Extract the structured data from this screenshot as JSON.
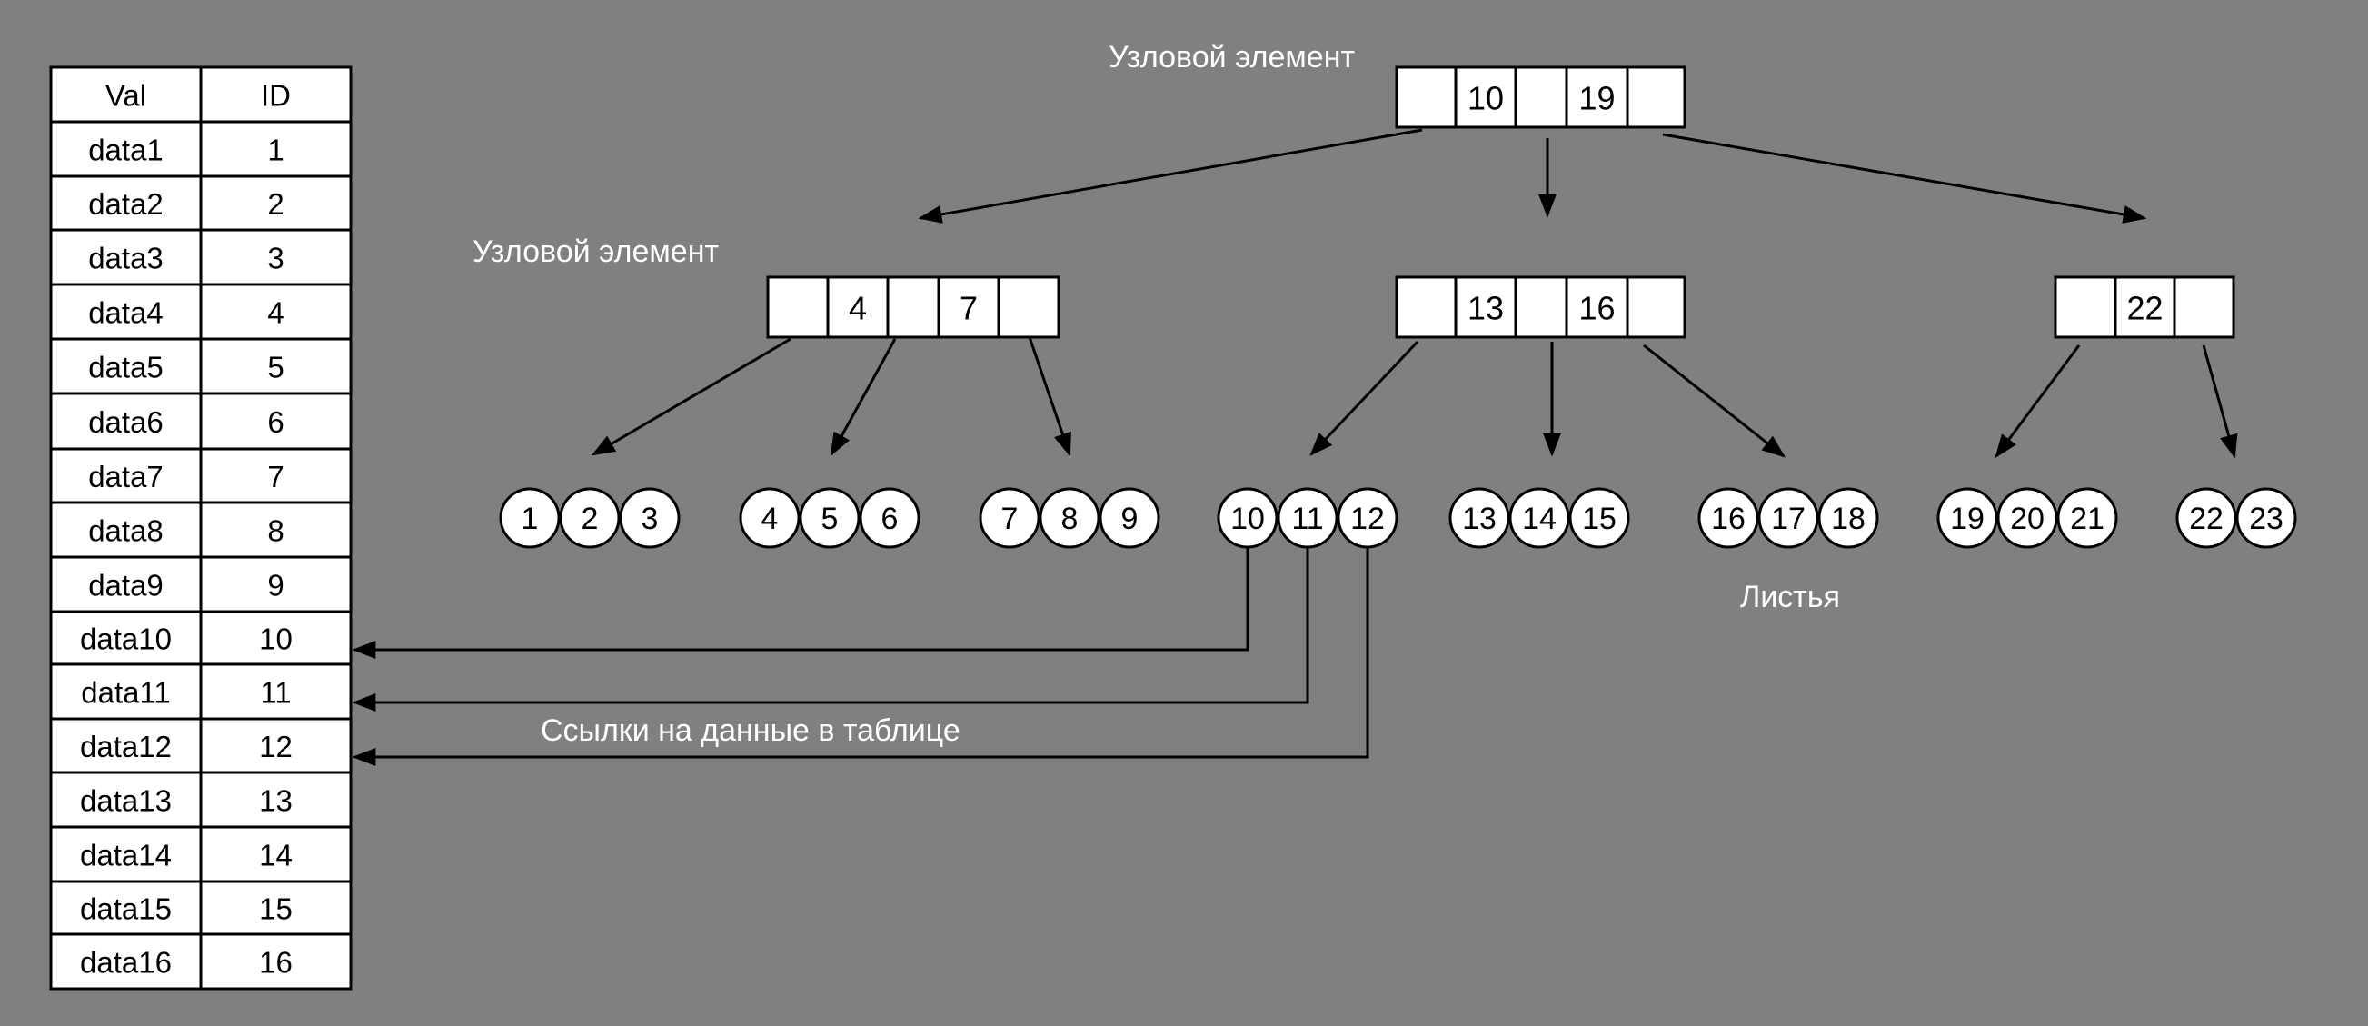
{
  "colors": {
    "background": "#808080",
    "box_fill": "#ffffff",
    "stroke": "#000000",
    "label": "#ffffff"
  },
  "table": {
    "headers": [
      "Val",
      "ID"
    ],
    "rows": [
      [
        "data1",
        "1"
      ],
      [
        "data2",
        "2"
      ],
      [
        "data3",
        "3"
      ],
      [
        "data4",
        "4"
      ],
      [
        "data5",
        "5"
      ],
      [
        "data6",
        "6"
      ],
      [
        "data7",
        "7"
      ],
      [
        "data8",
        "8"
      ],
      [
        "data9",
        "9"
      ],
      [
        "data10",
        "10"
      ],
      [
        "data11",
        "11"
      ],
      [
        "data12",
        "12"
      ],
      [
        "data13",
        "13"
      ],
      [
        "data14",
        "14"
      ],
      [
        "data15",
        "15"
      ],
      [
        "data16",
        "16"
      ]
    ]
  },
  "labels": {
    "root_node": "Узловой элемент",
    "inner_node": "Узловой элемент",
    "leaves": "Листья",
    "links": "Ссылки на данные в таблице"
  },
  "tree": {
    "root": [
      "10",
      "19"
    ],
    "inner_nodes": [
      [
        "4",
        "7"
      ],
      [
        "13",
        "16"
      ],
      [
        "22"
      ]
    ],
    "leaves": [
      [
        "1",
        "2",
        "3"
      ],
      [
        "4",
        "5",
        "6"
      ],
      [
        "7",
        "8",
        "9"
      ],
      [
        "10",
        "11",
        "12"
      ],
      [
        "13",
        "14",
        "15"
      ],
      [
        "16",
        "17",
        "18"
      ],
      [
        "19",
        "20",
        "21"
      ],
      [
        "22",
        "23"
      ]
    ]
  }
}
